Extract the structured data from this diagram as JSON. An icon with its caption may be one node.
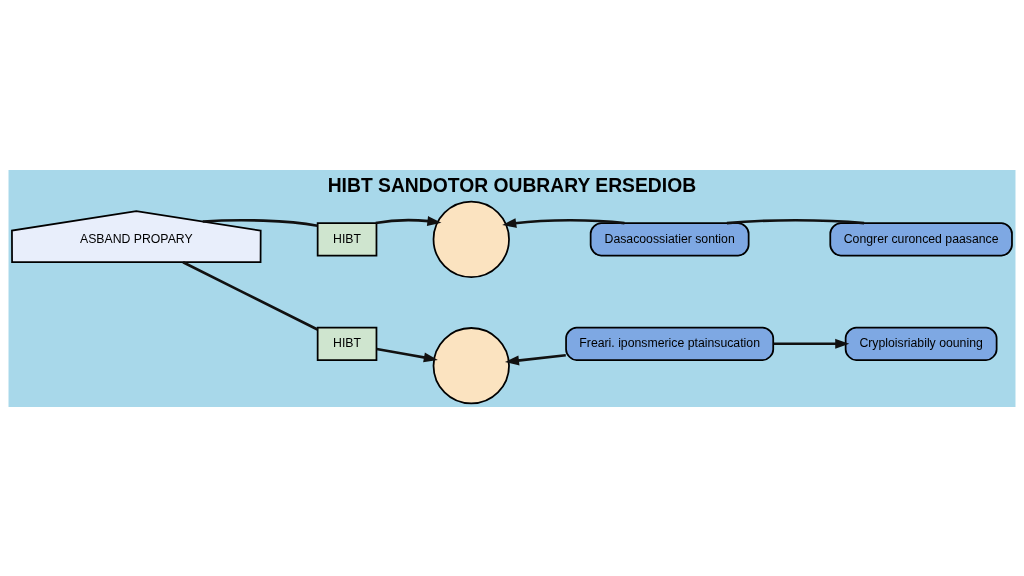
{
  "diagram": {
    "title": "HIBT SANDOTOR OUBRARY ERSEDIOB",
    "nodes": [
      {
        "text": [
          "ASBAND PROPARY"
        ]
      },
      {
        "text": [
          "HIBT"
        ]
      },
      {
        "text": [],
        "shape": "circle"
      },
      {
        "text": [
          "Dasacoossiatier sontion"
        ]
      },
      {
        "text": [
          "Congrer curonced paasance"
        ]
      },
      {
        "text": [
          "HIBT"
        ]
      },
      {
        "text": [],
        "shape": "circle"
      },
      {
        "text": [
          "Freari. iponsmerice ptainsucation"
        ]
      },
      {
        "text": [
          "Cryploisriabily oouning"
        ]
      }
    ],
    "edges": [
      {
        "from": 0,
        "to": 1,
        "arrow": "none"
      },
      {
        "from": 1,
        "to": 2,
        "arrow": "to"
      },
      {
        "from": 3,
        "to": 2,
        "arrow": "to"
      },
      {
        "from": 3,
        "to": 4,
        "arrow": "none"
      },
      {
        "from": 0,
        "to": 5,
        "arrow": "none"
      },
      {
        "from": 5,
        "to": 6,
        "arrow": "to"
      },
      {
        "from": 7,
        "to": 6,
        "arrow": "to"
      },
      {
        "from": 7,
        "to": 8,
        "arrow": "to"
      }
    ]
  }
}
